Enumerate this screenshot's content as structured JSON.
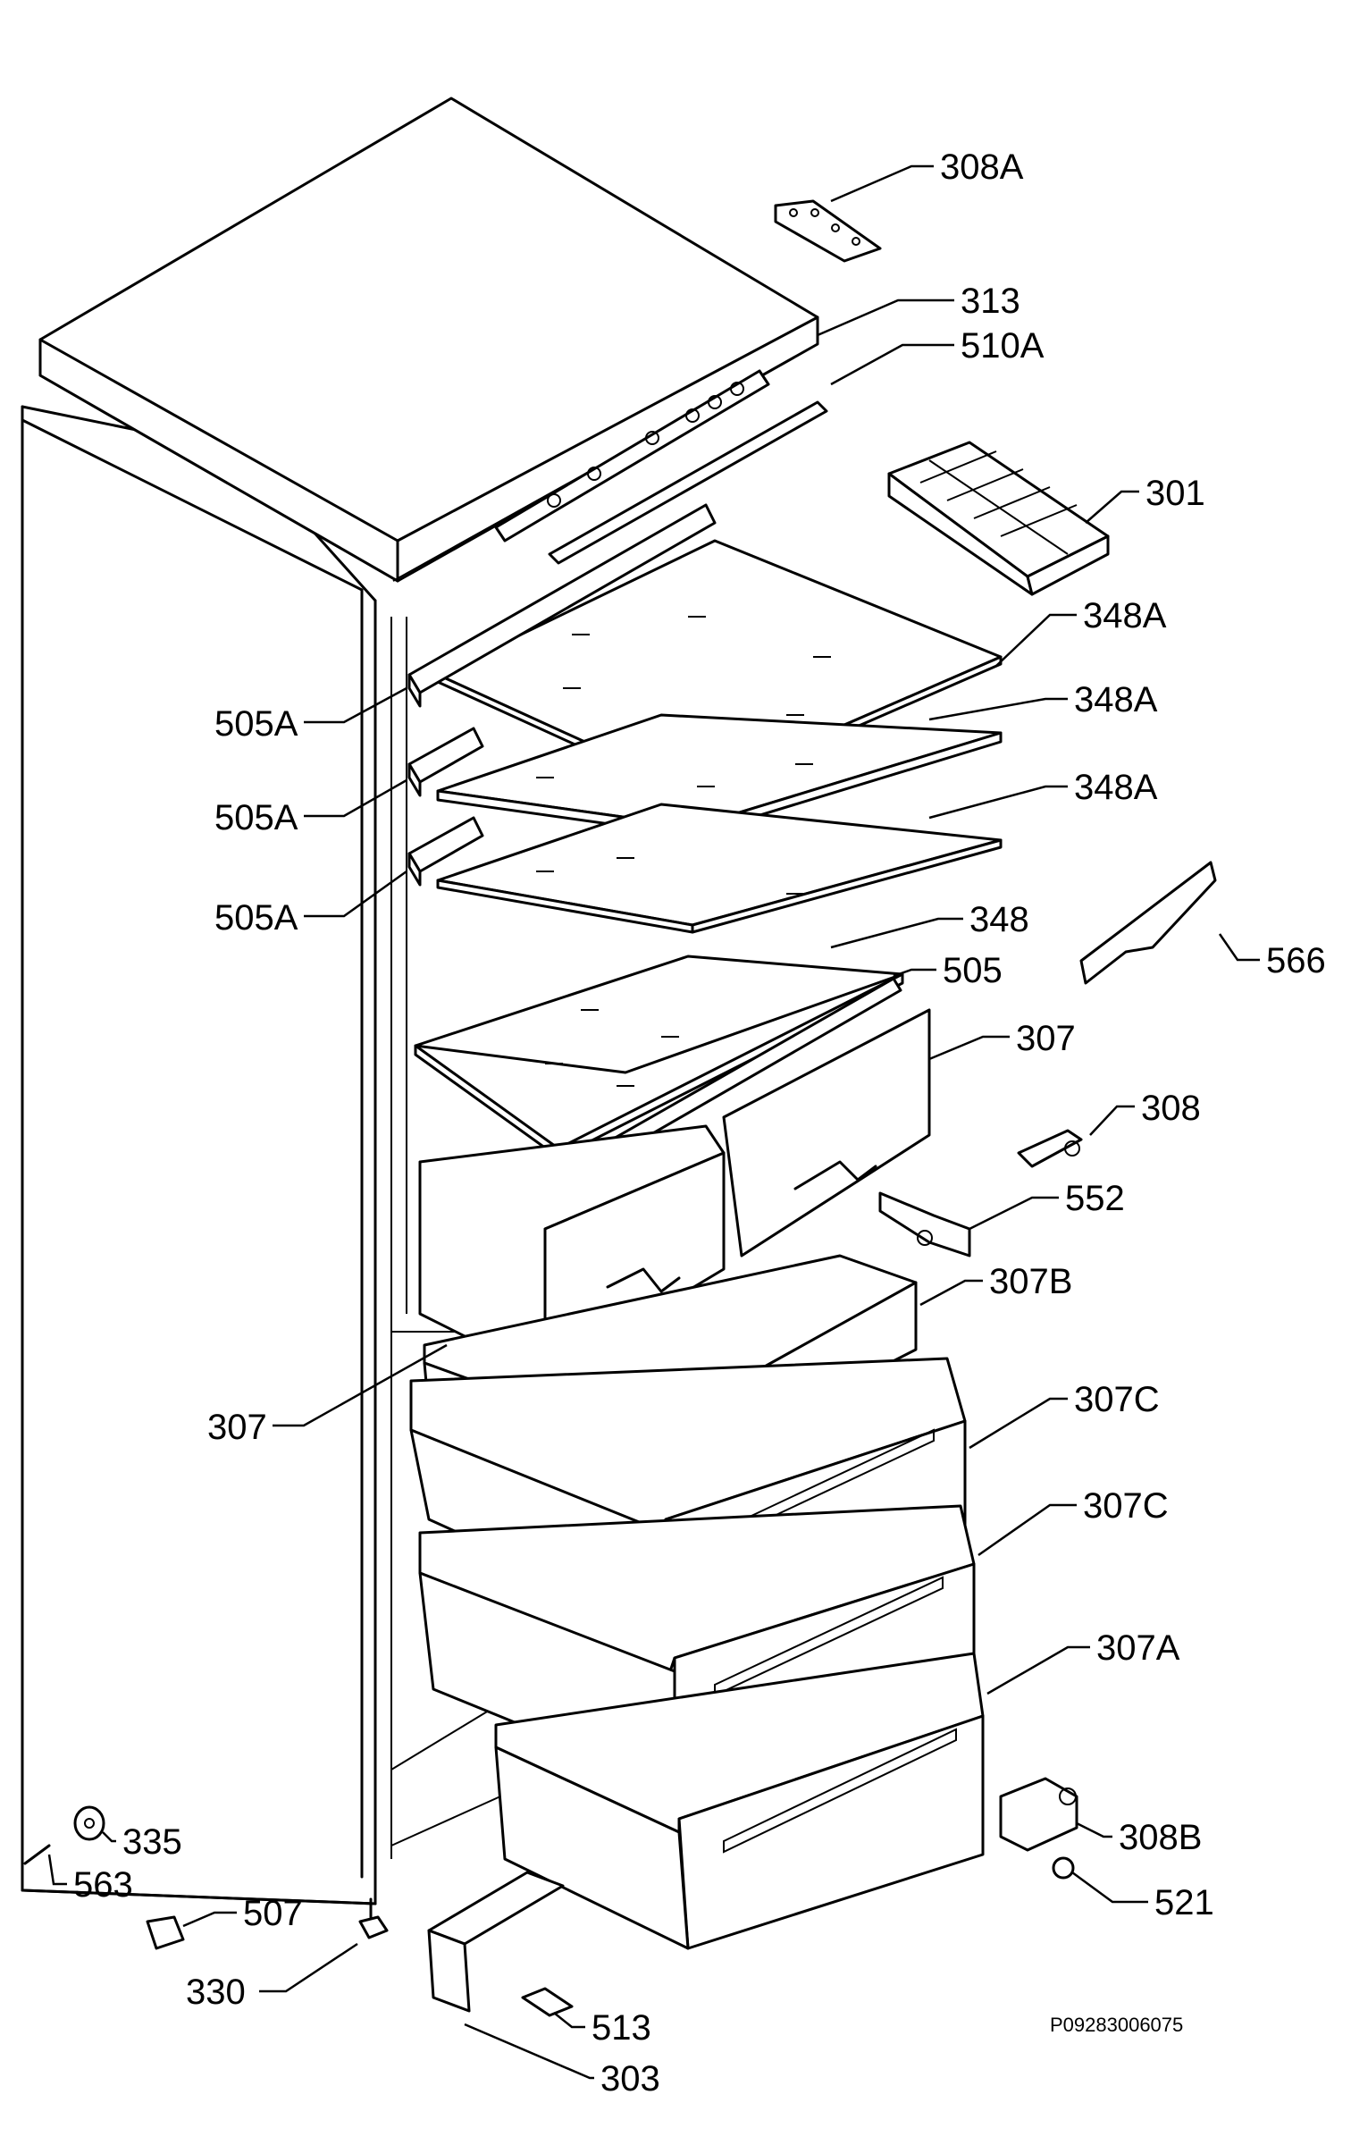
{
  "labels": [
    {
      "text": "308A"
    },
    {
      "text": "313"
    },
    {
      "text": "510A"
    },
    {
      "text": "301"
    },
    {
      "text": "348A"
    },
    {
      "text": "348A"
    },
    {
      "text": "348A"
    },
    {
      "text": "348"
    },
    {
      "text": "505"
    },
    {
      "text": "505A"
    },
    {
      "text": "505A"
    },
    {
      "text": "505A"
    },
    {
      "text": "566"
    },
    {
      "text": "307"
    },
    {
      "text": "308"
    },
    {
      "text": "552"
    },
    {
      "text": "307B"
    },
    {
      "text": "307"
    },
    {
      "text": "307C"
    },
    {
      "text": "307C"
    },
    {
      "text": "307A"
    },
    {
      "text": "308B"
    },
    {
      "text": "521"
    },
    {
      "text": "335"
    },
    {
      "text": "563"
    },
    {
      "text": "507"
    },
    {
      "text": "330"
    },
    {
      "text": "513"
    },
    {
      "text": "303"
    }
  ],
  "reference_code": "P09283006075"
}
